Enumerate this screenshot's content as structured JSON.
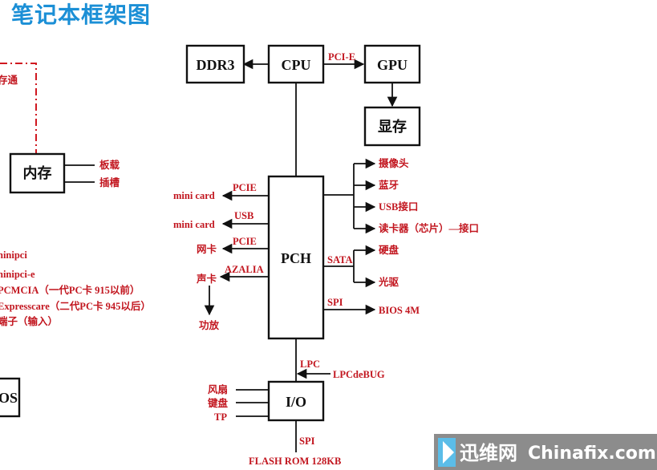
{
  "title": "笔记本框架图",
  "boxes": {
    "ddr3": "DDR3",
    "cpu": "CPU",
    "gpu": "GPU",
    "vram": "显存",
    "memory": "内存",
    "pch": "PCH",
    "io": "I/O",
    "bios_partial": "OS"
  },
  "links": {
    "pci_e": "PCI-E",
    "pcie_1": "PCIE",
    "usb": "USB",
    "pcie_2": "PCIE",
    "azalia": "AZALIA",
    "sata": "SATA",
    "spi_pch": "SPI",
    "lpc": "LPC",
    "spi_io": "SPI"
  },
  "memory_types": {
    "onboard": "板载",
    "slot": "插槽",
    "partial_top": "存通"
  },
  "pch_left": {
    "mini_card_1": "mini card",
    "mini_card_2": "mini card",
    "nic": "网卡",
    "sound_card": "声卡",
    "amplifier": "功放"
  },
  "pch_right": {
    "camera": "摄像头",
    "bluetooth": "蓝牙",
    "usb_port": "USB接口",
    "card_reader": "读卡器（芯片）—接口",
    "hdd": "硬盘",
    "optical": "光驱",
    "bios": "BIOS  4M"
  },
  "left_list": [
    "ninipci",
    "ninipci-e",
    "PCMCIA（一代PC卡 915以前）",
    "Expresscare（二代PC卡 945以后）",
    "端子（输入）"
  ],
  "io_left": {
    "fan": "风扇",
    "keyboard": "键盘",
    "tp": "TP"
  },
  "io_right": {
    "lpc_debug": "LPCdeBUG"
  },
  "io_bottom": {
    "flash_rom": "FLASH ROM 128KB"
  },
  "watermark": {
    "cn": "迅维网",
    "en": "Chinafix.com"
  },
  "colors": {
    "title": "#1b8fd6",
    "label": "#c2161f",
    "line": "#111111"
  }
}
